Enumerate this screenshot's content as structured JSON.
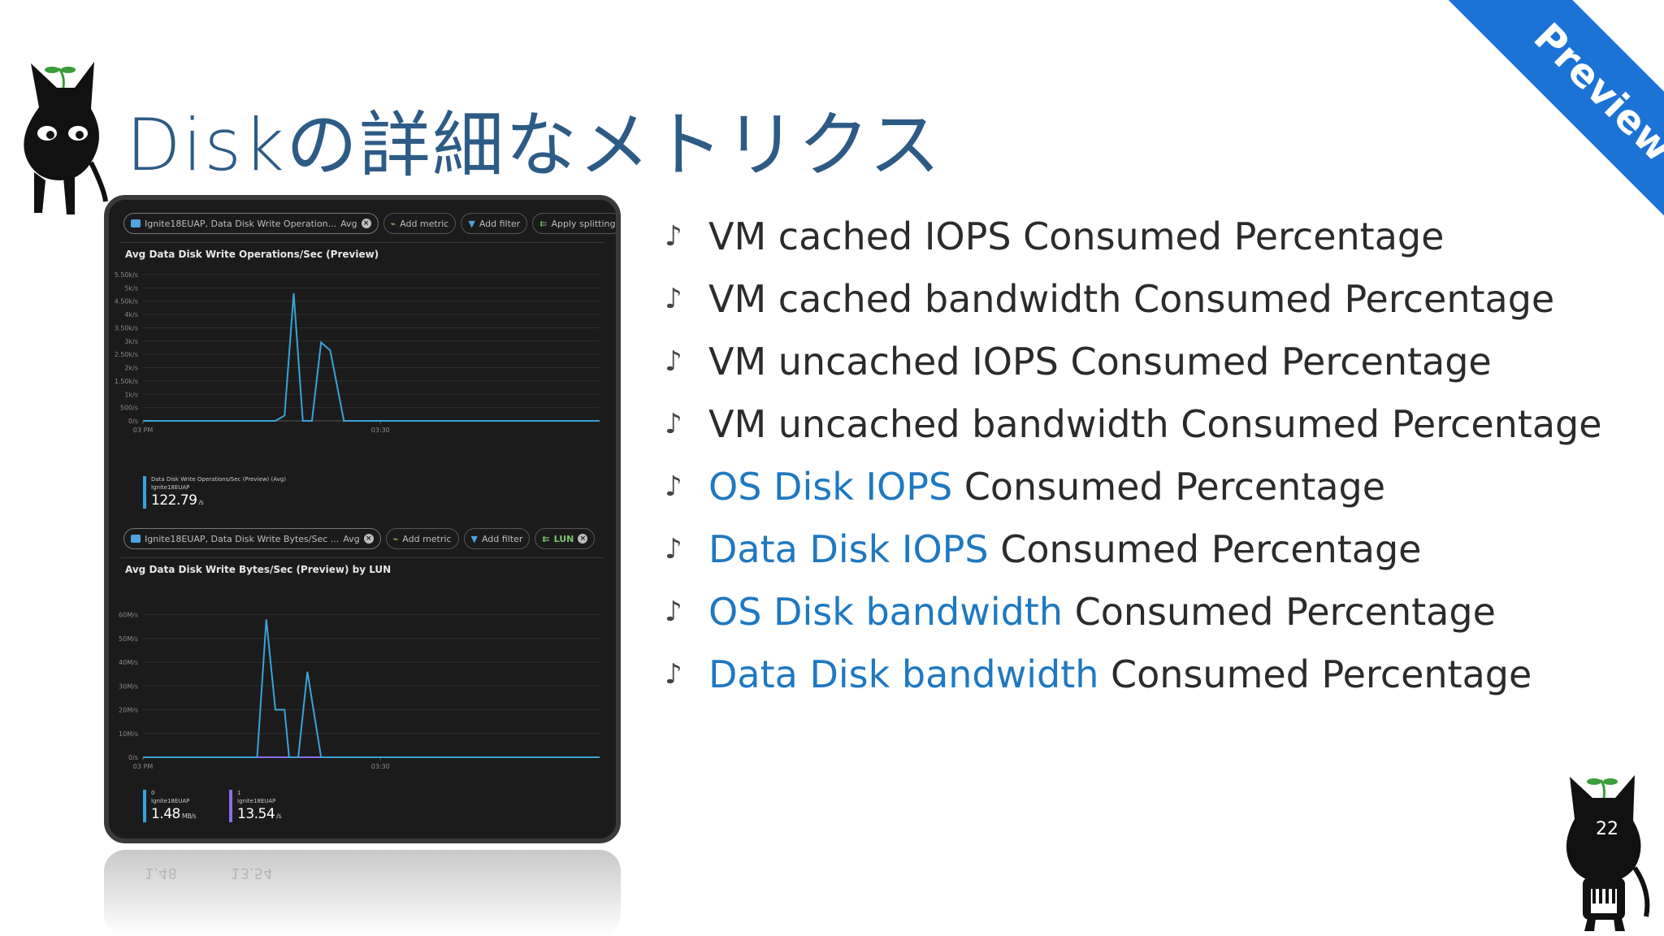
{
  "slide": {
    "title": "Diskの詳細なメトリクス",
    "ribbon": "Preview",
    "page_number": "22"
  },
  "colors": {
    "title": "#2d5b86",
    "highlight": "#1f78c1",
    "ribbon": "#1c73d6",
    "series_blue": "#3aa3d8",
    "series_purple": "#8b6ee6"
  },
  "bullets": [
    {
      "highlight": "",
      "rest": "VM cached IOPS Consumed Percentage"
    },
    {
      "highlight": "",
      "rest": "VM cached bandwidth Consumed Percentage"
    },
    {
      "highlight": "",
      "rest": "VM uncached IOPS Consumed Percentage"
    },
    {
      "highlight": "",
      "rest": "VM uncached bandwidth Consumed Percentage"
    },
    {
      "highlight": "OS Disk IOPS",
      "rest": " Consumed Percentage"
    },
    {
      "highlight": "Data Disk IOPS",
      "rest": " Consumed Percentage"
    },
    {
      "highlight": "OS Disk bandwidth",
      "rest": " Consumed Percentage"
    },
    {
      "highlight": "Data Disk bandwidth",
      "rest": " Consumed Percentage"
    }
  ],
  "bullet_icon": "music-note-icon",
  "dashboard": {
    "chart1": {
      "toolbar": {
        "metric": "Ignite18EUAP, Data Disk Write Operation...",
        "agg": "Avg",
        "add_metric": "Add metric",
        "add_filter": "Add filter",
        "apply_splitting": "Apply splitting"
      },
      "title": "Avg Data Disk Write Operations/Sec (Preview)",
      "legend": [
        {
          "line1": "Data Disk Write Operations/Sec (Preview) (Avg)",
          "line2": "Ignite18EUAP",
          "value": "122.79",
          "unit": "/s"
        }
      ]
    },
    "chart2": {
      "toolbar": {
        "metric": "Ignite18EUAP, Data Disk Write Bytes/Sec ...",
        "agg": "Avg",
        "add_metric": "Add metric",
        "add_filter": "Add filter",
        "split": "LUN"
      },
      "title": "Avg Data Disk Write Bytes/Sec (Preview) by LUN",
      "legend": [
        {
          "line1": "0",
          "line2": "Ignite18EUAP",
          "value": "1.48",
          "unit": "MB/s"
        },
        {
          "line1": "1",
          "line2": "Ignite18EUAP",
          "value": "13.54",
          "unit": "/s"
        }
      ]
    },
    "reflection": {
      "left": "1.48",
      "right": "13.54"
    }
  },
  "chart_data": [
    {
      "type": "line",
      "title": "Avg Data Disk Write Operations/Sec (Preview)",
      "xlabel": "",
      "ylabel": "",
      "x_ticks": [
        "03 PM",
        "03:30"
      ],
      "y_ticks": [
        "0/s",
        "500/s",
        "1k/s",
        "1.50k/s",
        "2k/s",
        "2.50k/s",
        "3k/s",
        "3.50k/s",
        "4k/s",
        "4.50k/s",
        "5k/s",
        "5.50k/s"
      ],
      "ylim": [
        0,
        5500
      ],
      "xlim": [
        0,
        100
      ],
      "series": [
        {
          "color": "#3aa3d8",
          "x": [
            0,
            29,
            31,
            33,
            35,
            37,
            39,
            41,
            44,
            100
          ],
          "y": [
            0,
            0,
            200,
            4800,
            0,
            0,
            2950,
            2650,
            0,
            0
          ]
        }
      ]
    },
    {
      "type": "line",
      "title": "Avg Data Disk Write Bytes/Sec (Preview) by LUN",
      "xlabel": "",
      "ylabel": "",
      "x_ticks": [
        "03 PM",
        "03:30"
      ],
      "y_ticks": [
        "0/s",
        "10M/s",
        "20M/s",
        "30M/s",
        "40M/s",
        "50M/s",
        "60M/s"
      ],
      "ylim": [
        0,
        65
      ],
      "xlim": [
        0,
        100
      ],
      "series": [
        {
          "name": "0",
          "color": "#3aa3d8",
          "x": [
            0,
            25,
            27,
            29,
            31,
            32,
            34,
            36,
            39,
            100
          ],
          "y": [
            0,
            0,
            58,
            20,
            20,
            0,
            0,
            36,
            0,
            0
          ]
        },
        {
          "name": "1",
          "color": "#8b6ee6",
          "x": [
            0,
            100
          ],
          "y": [
            0,
            0
          ]
        }
      ]
    }
  ]
}
